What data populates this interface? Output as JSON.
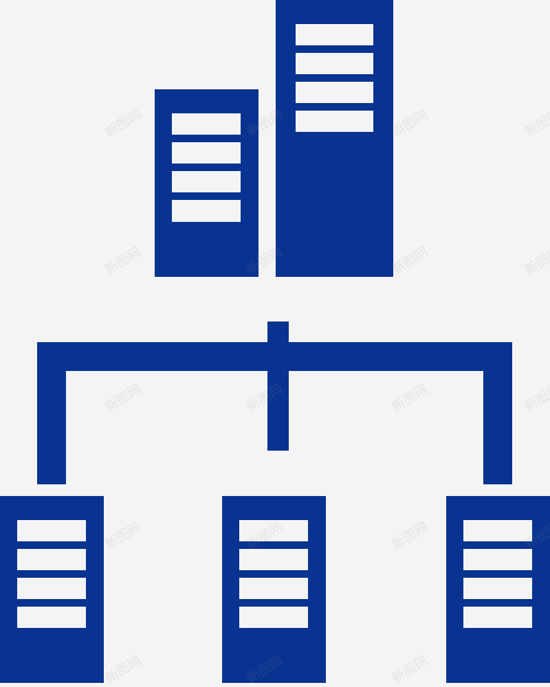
{
  "colors": {
    "background": "#f4f4f4",
    "server": "#083391",
    "slot": "#f4f4f4",
    "connector": "#083391"
  },
  "diagram": {
    "description_type": "network-server-hierarchy",
    "icon": "server-network-icon",
    "top_servers": [
      {
        "id": "top-server-left",
        "slots": 4
      },
      {
        "id": "top-server-right",
        "slots": 4
      }
    ],
    "bottom_servers": [
      {
        "id": "bottom-server-left",
        "slots": 4
      },
      {
        "id": "bottom-server-middle",
        "slots": 4
      },
      {
        "id": "bottom-server-right",
        "slots": 4
      }
    ]
  },
  "watermark": {
    "text": "新图网"
  }
}
